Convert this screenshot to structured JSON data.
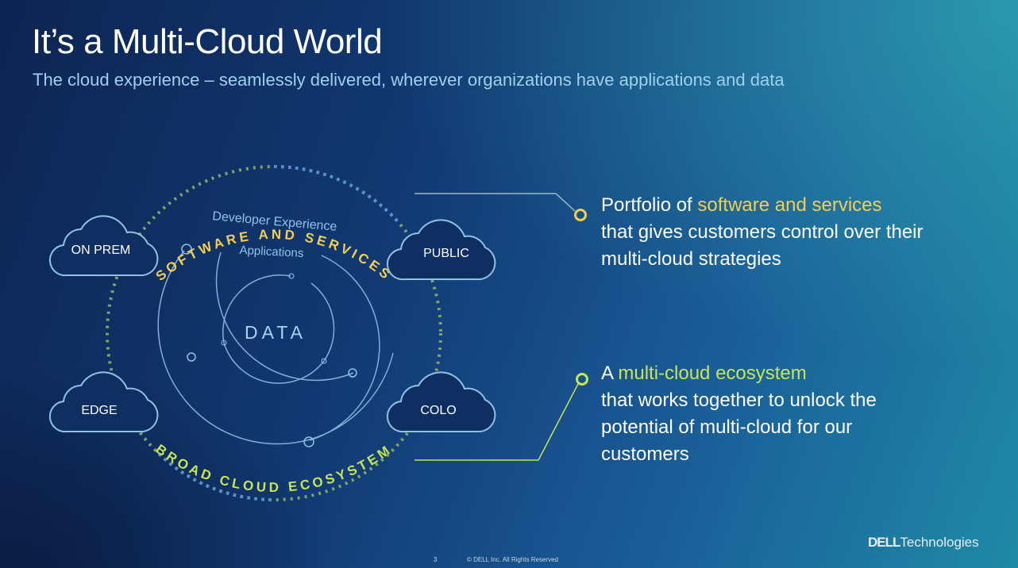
{
  "title": "It’s a Multi-Cloud World",
  "subtitle": "The cloud experience – seamlessly delivered, wherever organizations have applications and data",
  "diagram": {
    "top_arc": "SOFTWARE AND SERVICES",
    "bottom_arc": "BROAD CLOUD ECOSYSTEM",
    "ring_outer": "Developer Experience",
    "ring_middle": "Applications",
    "core": "DATA",
    "clouds": [
      "ON PREM",
      "PUBLIC",
      "EDGE",
      "COLO"
    ]
  },
  "points": [
    {
      "pre": "Portfolio of ",
      "highlight": "software and services",
      "post": " that gives customers control over their multi-cloud strategies"
    },
    {
      "pre": "A ",
      "highlight": "multi-cloud ecosystem",
      "post": " that works together to unlock the potential of multi-cloud for our customers"
    }
  ],
  "footer": {
    "page": "3",
    "copyright": "© DELL Inc. All Rights Reserved",
    "logo_bold": "DELL",
    "logo_light": "Technologies"
  },
  "colors": {
    "yellow": "#f3cf4f",
    "green": "#c7e551",
    "line": "#8fc3e6"
  }
}
